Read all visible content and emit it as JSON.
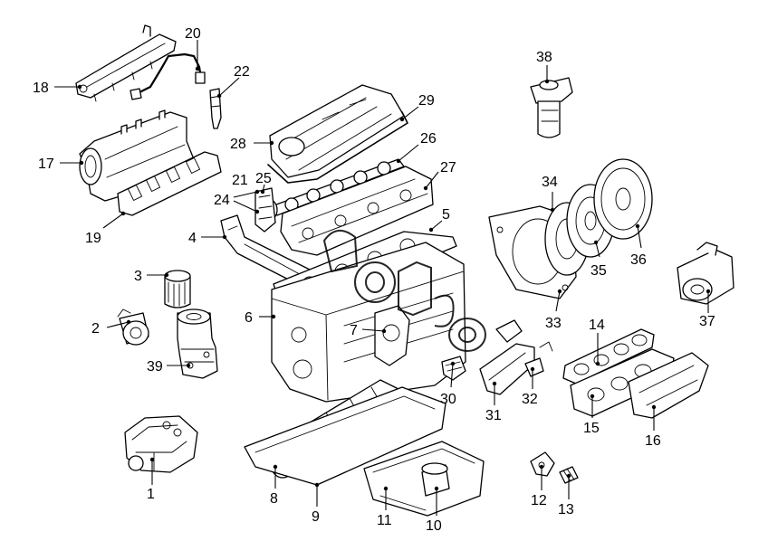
{
  "diagram": {
    "callouts": [
      "1",
      "2",
      "3",
      "4",
      "5",
      "6",
      "7",
      "8",
      "9",
      "10",
      "11",
      "12",
      "13",
      "14",
      "15",
      "16",
      "17",
      "18",
      "19",
      "20",
      "21",
      "22",
      "24",
      "25",
      "26",
      "27",
      "28",
      "29",
      "30",
      "31",
      "32",
      "33",
      "34",
      "35",
      "36",
      "37",
      "38",
      "39"
    ]
  },
  "icons": {
    "watermark": "outlined-letters-watermark-icon"
  }
}
